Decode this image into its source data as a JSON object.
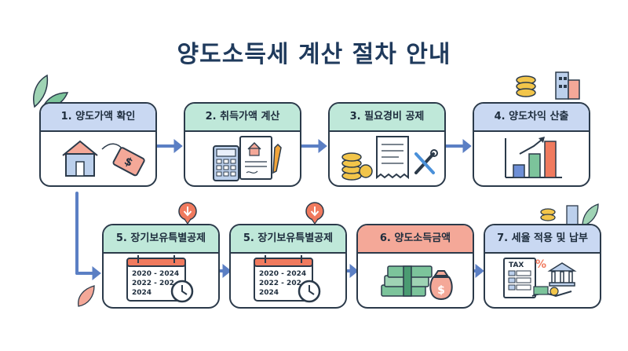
{
  "title": "양도소득세 계산 절차 안내",
  "steps": [
    {
      "label": "1. 양도가액 확인",
      "header_color": "#c9d8f2",
      "icon": "house-price-tag-icon"
    },
    {
      "label": "2. 취득가액 계산",
      "header_color": "#bfe8d9",
      "icon": "calculator-document-icon"
    },
    {
      "label": "3. 필요경비 공제",
      "header_color": "#bfe8d9",
      "icon": "coins-receipt-tools-icon"
    },
    {
      "label": "4. 양도차익 산출",
      "header_color": "#c9d8f2",
      "icon": "bar-chart-growth-icon"
    },
    {
      "label": "5. 장기보유특별공제",
      "header_color": "#bfe8d9",
      "icon": "calendar-clock-icon",
      "years": [
        "2020 - 2024",
        "2022 - 202",
        "2024"
      ]
    },
    {
      "label": "5. 장기보유특별공제",
      "header_color": "#bfe8d9",
      "icon": "calendar-clock-icon",
      "years": [
        "2020 - 2024",
        "2022 - 202",
        "2024"
      ]
    },
    {
      "label": "6. 양도소득금액",
      "header_color": "#f4a898",
      "icon": "money-stack-bag-icon"
    },
    {
      "label": "7. 세율 적용 및 납부",
      "header_color": "#c9d8f2",
      "icon": "tax-bank-payment-icon"
    }
  ],
  "labels": {
    "tax": "TAX",
    "percent": "%",
    "dollar": "$"
  },
  "colors": {
    "title": "#1f3a5c",
    "arrow": "#5b7fc4",
    "border": "#2b3a4a"
  }
}
